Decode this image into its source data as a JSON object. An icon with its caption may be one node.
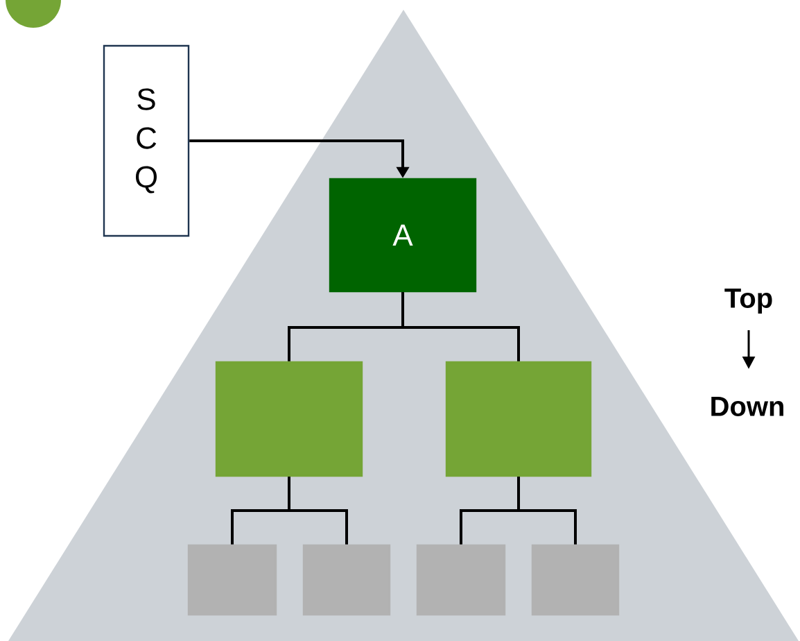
{
  "diagram": {
    "nodes": [
      {
        "text": [
          "S C Q"
        ]
      },
      {
        "text": [
          "A"
        ]
      },
      {
        "text": [],
        "shape": "box"
      },
      {
        "text": [],
        "shape": "box"
      },
      {
        "text": [],
        "shape": "box"
      },
      {
        "text": [],
        "shape": "box"
      },
      {
        "text": [],
        "shape": "box"
      },
      {
        "text": [],
        "shape": "box"
      }
    ],
    "edges": [
      {
        "from": 0,
        "to": 1,
        "arrow": "to"
      },
      {
        "from": 1,
        "to": 2,
        "arrow": "none"
      },
      {
        "from": 1,
        "to": 3,
        "arrow": "none"
      },
      {
        "from": 2,
        "to": 4,
        "arrow": "none"
      },
      {
        "from": 2,
        "to": 5,
        "arrow": "none"
      },
      {
        "from": 3,
        "to": 6,
        "arrow": "none"
      },
      {
        "from": 3,
        "to": 7,
        "arrow": "none"
      }
    ],
    "labels": [
      "Top",
      "Down"
    ]
  }
}
